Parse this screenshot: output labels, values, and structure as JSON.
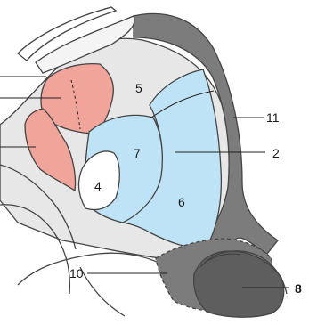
{
  "colors": {
    "pale_gray": "#e7e7e7",
    "dark_gray": "#7c7c7c",
    "light_blue": "#bfe3f6",
    "salmon": "#f1a49a",
    "outline": "#444444"
  },
  "labels": {
    "l2": "2",
    "l4": "4",
    "l5": "5",
    "l6": "6",
    "l7": "7",
    "l8": "8",
    "l10": "10",
    "l11": "11"
  }
}
